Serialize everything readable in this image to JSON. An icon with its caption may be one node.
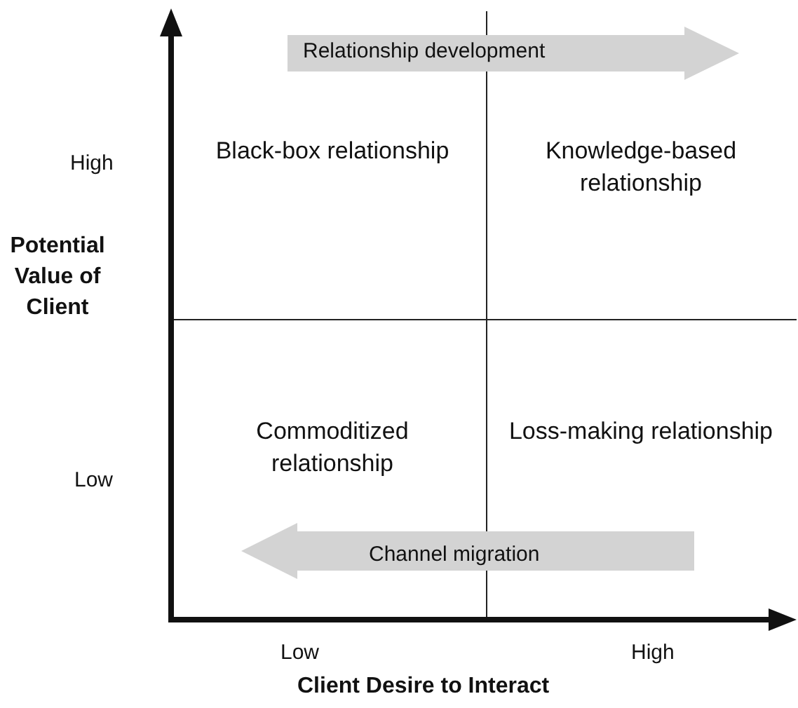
{
  "diagram": {
    "nodes": [
      {
        "text": [
          "Black-box relationship"
        ]
      },
      {
        "text": [
          "Knowledge-based relationship"
        ]
      },
      {
        "text": [
          "Commoditized relationship"
        ]
      },
      {
        "text": [
          "Loss-making relationship"
        ]
      }
    ],
    "edges": [],
    "labels": [
      "Relationship development",
      "High",
      "Potential Value of Client",
      "Low",
      "Channel migration",
      "Low",
      "High",
      "Client Desire to Interact"
    ]
  }
}
